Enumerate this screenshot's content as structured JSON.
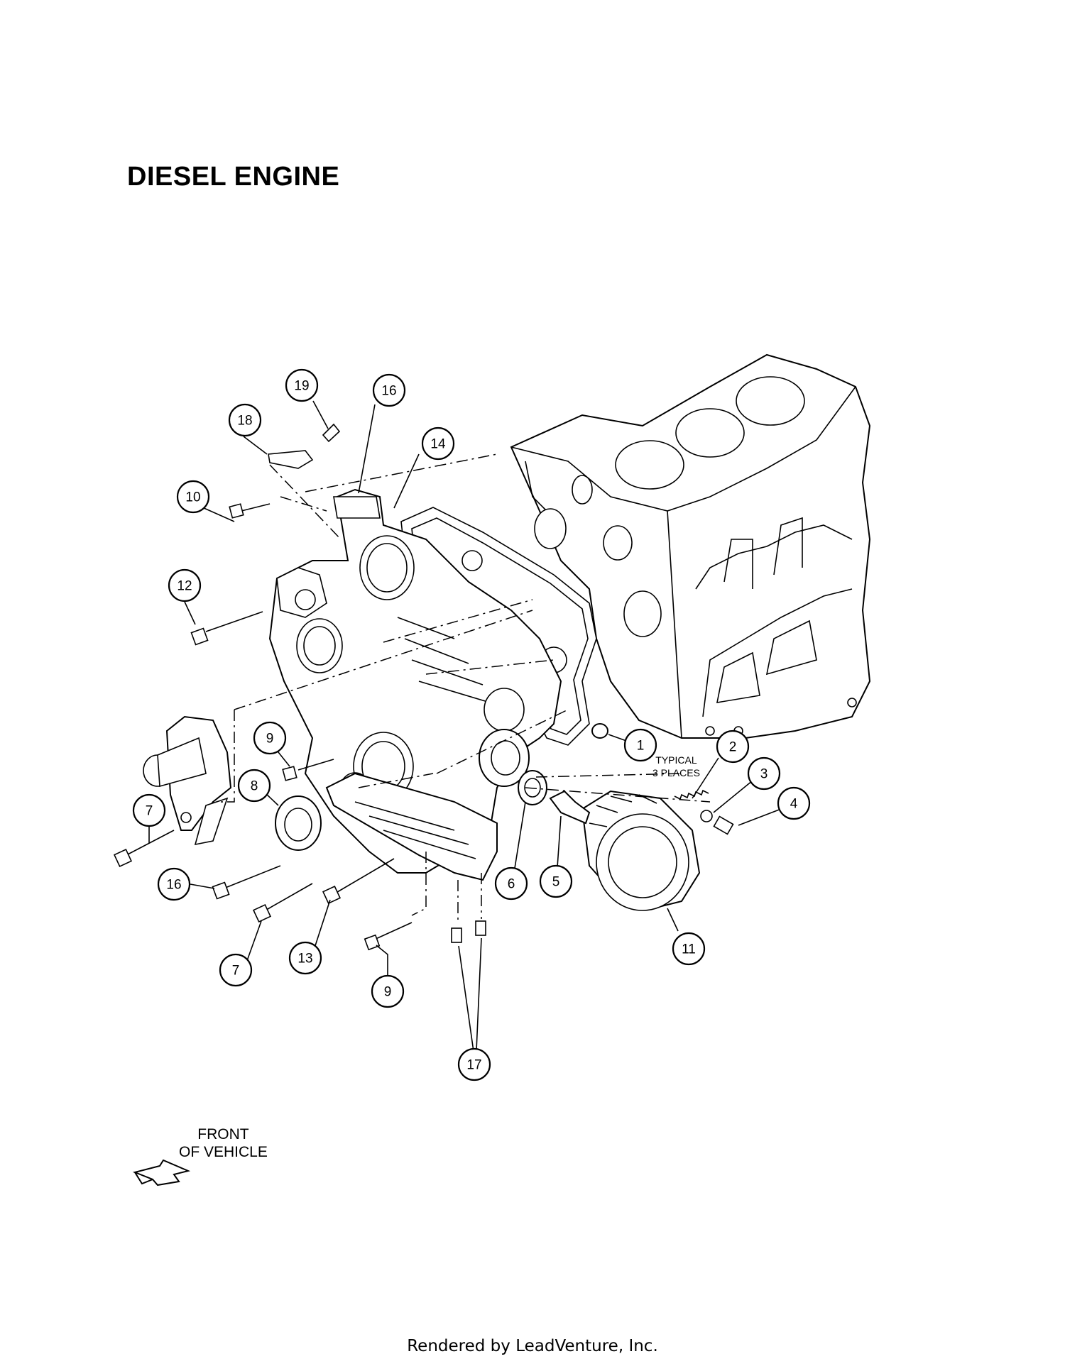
{
  "title": "DIESEL ENGINE",
  "front_label": {
    "line1": "FRONT",
    "line2": "OF VEHICLE"
  },
  "typical_label": {
    "line1": "TYPICAL",
    "line2": "3 PLACES"
  },
  "footer": "Rendered by LeadVenture, Inc.",
  "callouts": [
    "1",
    "2",
    "3",
    "4",
    "5",
    "6",
    "7",
    "7",
    "8",
    "9",
    "9",
    "10",
    "11",
    "12",
    "13",
    "14",
    "16",
    "16",
    "17",
    "18",
    "19"
  ]
}
